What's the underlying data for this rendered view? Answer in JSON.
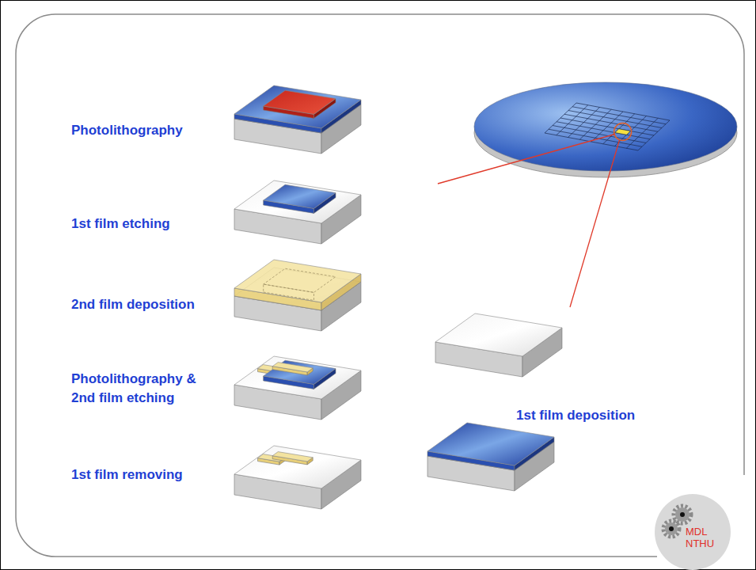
{
  "diagram": {
    "nodes": [
      {
        "text": [
          "MDL NTHU"
        ]
      }
    ],
    "labels": [
      "Photolithography",
      "1st film etching",
      "2nd film deposition",
      "Photolithography & 2nd film etching",
      "1st film removing",
      "1st film deposition"
    ]
  }
}
